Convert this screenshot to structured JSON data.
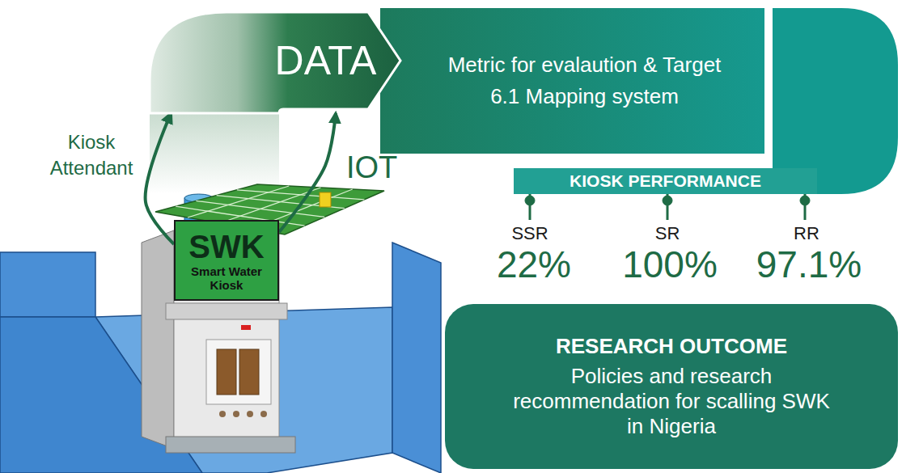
{
  "diagram": {
    "nodes": [
      {
        "text": [
          "DATA"
        ]
      },
      {
        "text": [
          "Metric for evalaution & Target 6.1 Mapping system"
        ]
      },
      {
        "text": [
          "KIOSK PERFORMANCE"
        ]
      },
      {
        "text": [
          "RESEARCH OUTCOME",
          "Policies and research recommendation for scalling SWK in Nigeria"
        ]
      },
      {
        "text": [
          "SWK",
          "Smart Water Kiosk"
        ]
      }
    ],
    "edges": [
      {
        "from": 4,
        "to": 0,
        "arrow": "to",
        "label": "Kiosk Attendant"
      },
      {
        "from": 4,
        "to": 0,
        "arrow": "to",
        "label": "IOT"
      }
    ],
    "labels": [
      "SSR",
      "22%",
      "SR",
      "100%",
      "RR",
      "97.1%"
    ]
  }
}
